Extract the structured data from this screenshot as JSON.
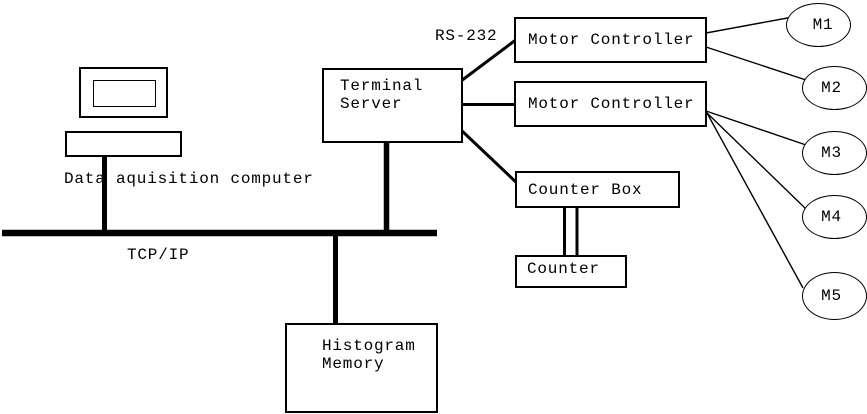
{
  "diagram": {
    "computer_label": "Data aquisition computer",
    "bus_label": "TCP/IP",
    "serial_label": "RS-232",
    "terminal_server": {
      "line1": "Terminal",
      "line2": "Server"
    },
    "motor_controllers": [
      "Motor Controller",
      "Motor Controller"
    ],
    "counter_box_label": "Counter Box",
    "counter_label": "Counter",
    "histogram_memory": {
      "line1": "Histogram",
      "line2": "Memory"
    },
    "motors": [
      "M1",
      "M2",
      "M3",
      "M4",
      "M5"
    ]
  },
  "colors": {
    "line": "#000000",
    "background": "#ffffff"
  }
}
